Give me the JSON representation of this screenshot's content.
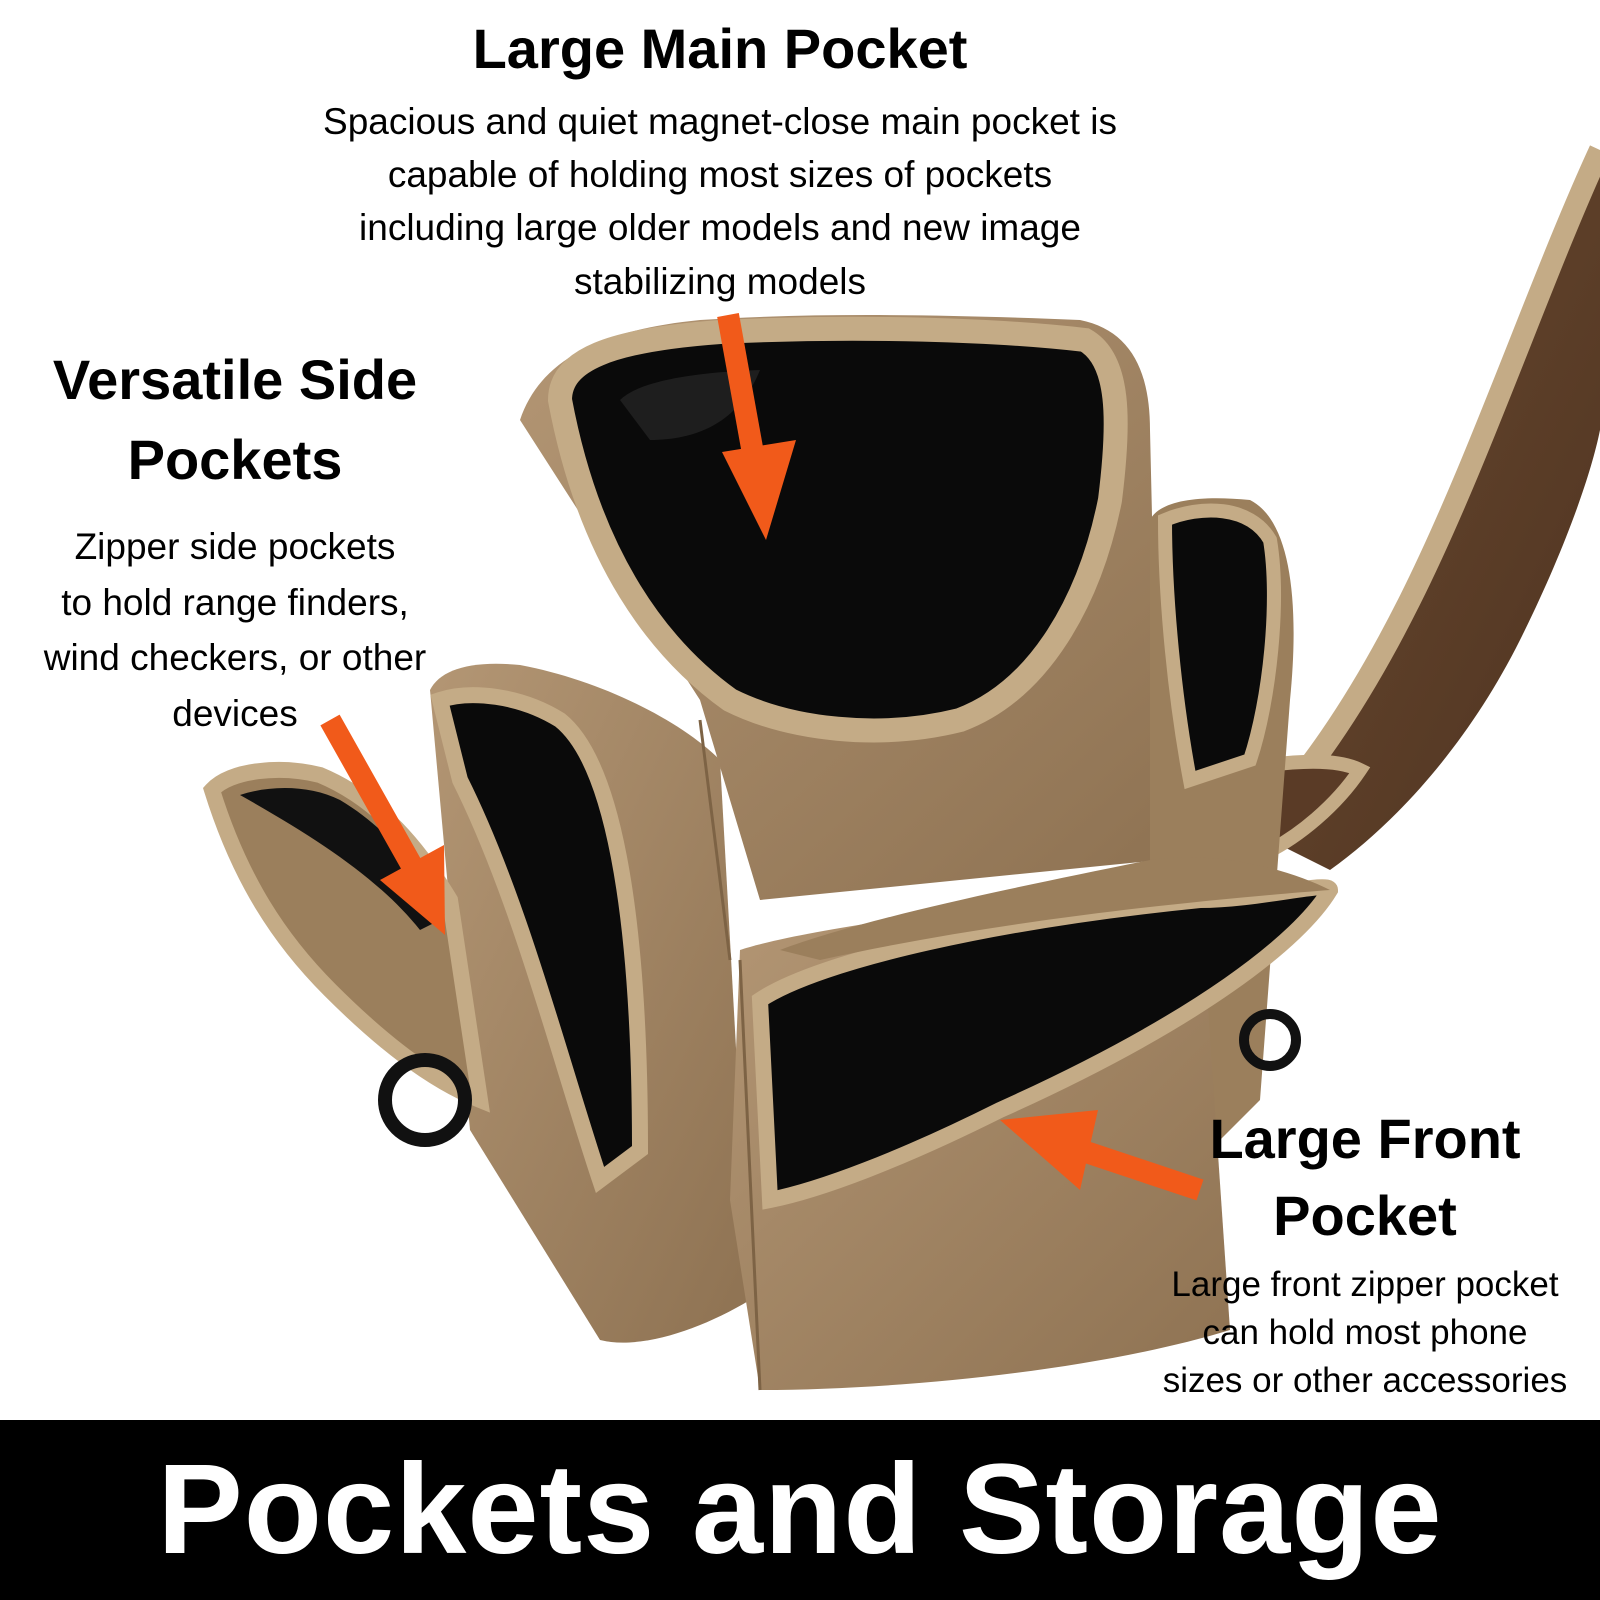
{
  "main_pocket": {
    "heading": "Large Main Pocket",
    "lines": [
      "Spacious and quiet magnet-close main pocket is",
      "capable of holding most sizes of pockets",
      "including large older models and new image",
      "stabilizing models"
    ]
  },
  "side_pockets": {
    "heading_lines": [
      "Versatile Side",
      "Pockets"
    ],
    "lines": [
      "Zipper side pockets",
      "to hold range finders,",
      "wind checkers, or other",
      "devices"
    ]
  },
  "front_pocket": {
    "heading_lines": [
      "Large Front",
      "Pocket"
    ],
    "lines": [
      "Large front zipper pocket",
      "can hold most phone",
      "sizes or other accessories"
    ]
  },
  "banner": {
    "title": "Pockets and Storage"
  },
  "colors": {
    "arrow": "#f15a1a",
    "bag": "#a88b66",
    "bag_trim": "#c4ab86",
    "lining": "#0a0a0a",
    "banner_bg": "#000000",
    "banner_text": "#ffffff"
  }
}
